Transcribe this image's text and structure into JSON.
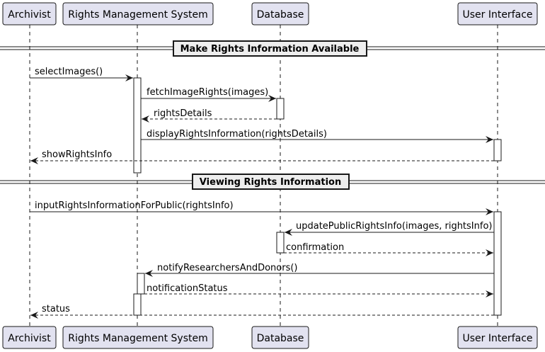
{
  "participants": [
    {
      "id": "archivist",
      "label": "Archivist"
    },
    {
      "id": "rms",
      "label": "Rights Management System"
    },
    {
      "id": "db",
      "label": "Database"
    },
    {
      "id": "ui",
      "label": "User Interface"
    }
  ],
  "dividers": [
    {
      "label": "Make Rights Information Available"
    },
    {
      "label": "Viewing Rights Information"
    }
  ],
  "messages": [
    {
      "label": "selectImages()",
      "from": "archivist",
      "to": "rms",
      "style": "solid"
    },
    {
      "label": "fetchImageRights(images)",
      "from": "rms",
      "to": "db",
      "style": "solid"
    },
    {
      "label": "rightsDetails",
      "from": "db",
      "to": "rms",
      "style": "dashed"
    },
    {
      "label": "displayRightsInformation(rightsDetails)",
      "from": "rms",
      "to": "ui",
      "style": "solid"
    },
    {
      "label": "showRightsInfo",
      "from": "ui",
      "to": "archivist",
      "style": "dashed"
    },
    {
      "label": "inputRightsInformationForPublic(rightsInfo)",
      "from": "archivist",
      "to": "ui",
      "style": "solid"
    },
    {
      "label": "updatePublicRightsInfo(images, rightsInfo)",
      "from": "ui",
      "to": "db",
      "style": "solid"
    },
    {
      "label": "confirmation",
      "from": "db",
      "to": "ui",
      "style": "dashed"
    },
    {
      "label": "notifyResearchersAndDonors()",
      "from": "ui",
      "to": "rms",
      "style": "solid"
    },
    {
      "label": "notificationStatus",
      "from": "rms",
      "to": "ui",
      "style": "dashed"
    },
    {
      "label": "status",
      "from": "ui",
      "to": "archivist",
      "style": "dashed"
    }
  ],
  "colors": {
    "participant_fill": "#e2e2f0",
    "participant_border": "#181818",
    "activation_fill": "#ffffff",
    "divider_fill": "#eeeeee",
    "line": "#181818"
  }
}
